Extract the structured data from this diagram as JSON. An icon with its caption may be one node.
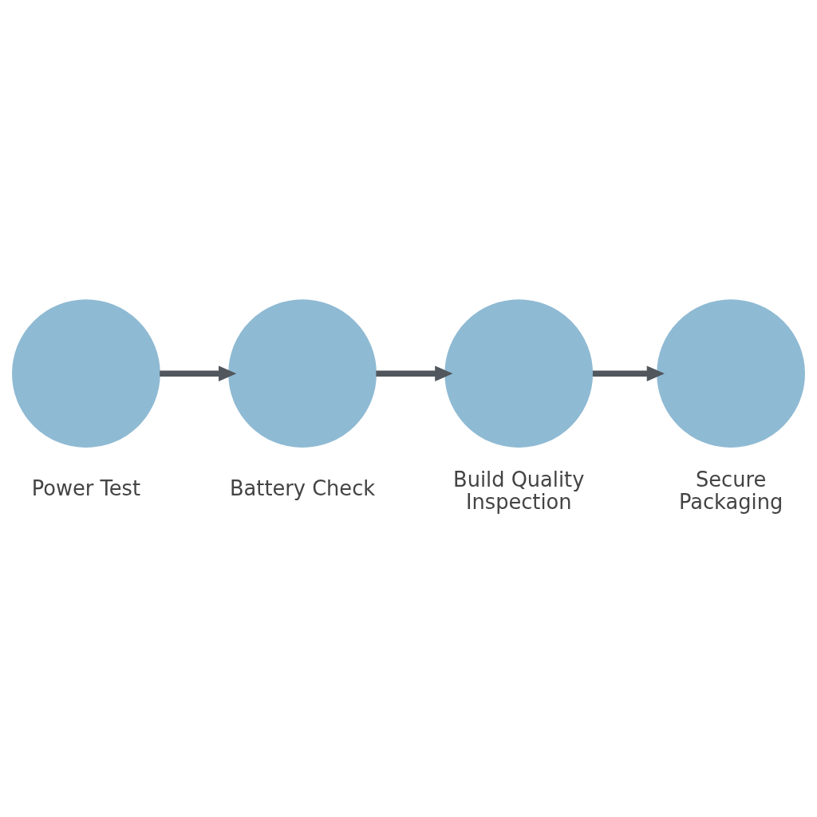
{
  "diagram": {
    "nodes": [
      {
        "text": [],
        "shape": "circle",
        "beside": [
          "Power Test"
        ]
      },
      {
        "text": [],
        "shape": "circle",
        "beside": [
          "Battery Check"
        ]
      },
      {
        "text": [],
        "shape": "circle",
        "beside": [
          "Build Quality Inspection"
        ]
      },
      {
        "text": [],
        "shape": "circle",
        "beside": [
          "Secure Packaging"
        ]
      }
    ],
    "edges": [
      {
        "from": 0,
        "to": 1,
        "arrow": "to"
      },
      {
        "from": 1,
        "to": 2,
        "arrow": "to"
      },
      {
        "from": 2,
        "to": 3,
        "arrow": "to"
      }
    ]
  }
}
